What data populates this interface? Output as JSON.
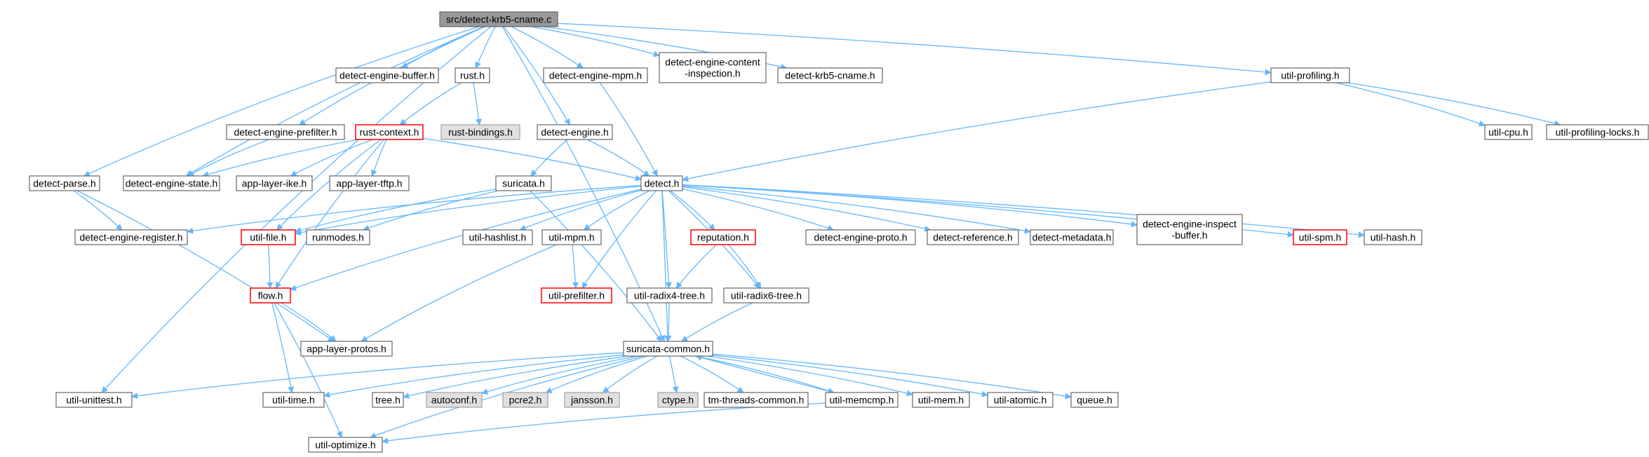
{
  "colors": {
    "edge": "#63b8ff",
    "root_fill": "#999999",
    "missing_fill": "#e0e0e0",
    "truncated_border": "#ff0000"
  },
  "nodes": [
    {
      "id": "root",
      "lines": [
        "src/detect-krb5-cname.c"
      ],
      "kind": "root"
    },
    {
      "id": "dep_buffer",
      "lines": [
        "detect-engine-buffer.h"
      ]
    },
    {
      "id": "rust_h",
      "lines": [
        "rust.h"
      ]
    },
    {
      "id": "mpm_h",
      "lines": [
        "detect-engine-mpm.h"
      ]
    },
    {
      "id": "content_insp",
      "lines": [
        "detect-engine-content",
        "-inspection.h"
      ]
    },
    {
      "id": "krb5_cname_h",
      "lines": [
        "detect-krb5-cname.h"
      ]
    },
    {
      "id": "util_profiling",
      "lines": [
        "util-profiling.h"
      ]
    },
    {
      "id": "prefilter_h",
      "lines": [
        "detect-engine-prefilter.h"
      ]
    },
    {
      "id": "rust_context",
      "lines": [
        "rust-context.h"
      ],
      "kind": "truncated"
    },
    {
      "id": "rust_bindings",
      "lines": [
        "rust-bindings.h"
      ],
      "kind": "missing"
    },
    {
      "id": "engine_h",
      "lines": [
        "detect-engine.h"
      ]
    },
    {
      "id": "util_cpu",
      "lines": [
        "util-cpu.h"
      ]
    },
    {
      "id": "util_prof_locks",
      "lines": [
        "util-profiling-locks.h"
      ]
    },
    {
      "id": "parse_h",
      "lines": [
        "detect-parse.h"
      ]
    },
    {
      "id": "state_h",
      "lines": [
        "detect-engine-state.h"
      ]
    },
    {
      "id": "ike_h",
      "lines": [
        "app-layer-ike.h"
      ]
    },
    {
      "id": "tftp_h",
      "lines": [
        "app-layer-tftp.h"
      ]
    },
    {
      "id": "suricata_h",
      "lines": [
        "suricata.h"
      ]
    },
    {
      "id": "detect_h",
      "lines": [
        "detect.h"
      ]
    },
    {
      "id": "register_h",
      "lines": [
        "detect-engine-register.h"
      ]
    },
    {
      "id": "util_file",
      "lines": [
        "util-file.h"
      ],
      "kind": "truncated"
    },
    {
      "id": "runmodes",
      "lines": [
        "runmodes.h"
      ]
    },
    {
      "id": "hashlist",
      "lines": [
        "util-hashlist.h"
      ]
    },
    {
      "id": "util_mpm",
      "lines": [
        "util-mpm.h"
      ]
    },
    {
      "id": "reputation",
      "lines": [
        "reputation.h"
      ],
      "kind": "truncated"
    },
    {
      "id": "proto_h",
      "lines": [
        "detect-engine-proto.h"
      ]
    },
    {
      "id": "reference_h",
      "lines": [
        "detect-reference.h"
      ]
    },
    {
      "id": "metadata_h",
      "lines": [
        "detect-metadata.h"
      ]
    },
    {
      "id": "insp_buffer",
      "lines": [
        "detect-engine-inspect",
        "-buffer.h"
      ]
    },
    {
      "id": "util_spm",
      "lines": [
        "util-spm.h"
      ],
      "kind": "truncated"
    },
    {
      "id": "util_hash",
      "lines": [
        "util-hash.h"
      ]
    },
    {
      "id": "flow_h",
      "lines": [
        "flow.h"
      ],
      "kind": "truncated"
    },
    {
      "id": "util_prefilter",
      "lines": [
        "util-prefilter.h"
      ],
      "kind": "truncated"
    },
    {
      "id": "radix4",
      "lines": [
        "util-radix4-tree.h"
      ]
    },
    {
      "id": "radix6",
      "lines": [
        "util-radix6-tree.h"
      ]
    },
    {
      "id": "protos_h",
      "lines": [
        "app-layer-protos.h"
      ]
    },
    {
      "id": "common_h",
      "lines": [
        "suricata-common.h"
      ]
    },
    {
      "id": "unittest",
      "lines": [
        "util-unittest.h"
      ]
    },
    {
      "id": "util_time",
      "lines": [
        "util-time.h"
      ]
    },
    {
      "id": "tree_h",
      "lines": [
        "tree.h"
      ]
    },
    {
      "id": "autoconf",
      "lines": [
        "autoconf.h"
      ],
      "kind": "missing"
    },
    {
      "id": "pcre2",
      "lines": [
        "pcre2.h"
      ],
      "kind": "missing"
    },
    {
      "id": "jansson",
      "lines": [
        "jansson.h"
      ],
      "kind": "missing"
    },
    {
      "id": "ctype",
      "lines": [
        "ctype.h"
      ],
      "kind": "missing"
    },
    {
      "id": "tm_threads",
      "lines": [
        "tm-threads-common.h"
      ]
    },
    {
      "id": "memcmp",
      "lines": [
        "util-memcmp.h"
      ]
    },
    {
      "id": "util_mem",
      "lines": [
        "util-mem.h"
      ]
    },
    {
      "id": "util_atomic",
      "lines": [
        "util-atomic.h"
      ]
    },
    {
      "id": "queue_h",
      "lines": [
        "queue.h"
      ]
    },
    {
      "id": "optimize",
      "lines": [
        "util-optimize.h"
      ]
    }
  ],
  "edges": [
    [
      "root",
      "dep_buffer"
    ],
    [
      "root",
      "rust_h"
    ],
    [
      "root",
      "mpm_h"
    ],
    [
      "root",
      "content_insp"
    ],
    [
      "root",
      "krb5_cname_h"
    ],
    [
      "root",
      "util_profiling"
    ],
    [
      "root",
      "prefilter_h"
    ],
    [
      "root",
      "engine_h"
    ],
    [
      "root",
      "parse_h"
    ],
    [
      "root",
      "state_h"
    ],
    [
      "root",
      "unittest"
    ],
    [
      "root",
      "common_h"
    ],
    [
      "rust_h",
      "rust_context"
    ],
    [
      "rust_h",
      "rust_bindings"
    ],
    [
      "mpm_h",
      "detect_h"
    ],
    [
      "util_profiling",
      "detect_h"
    ],
    [
      "util_profiling",
      "util_cpu"
    ],
    [
      "util_profiling",
      "util_prof_locks"
    ],
    [
      "prefilter_h",
      "state_h"
    ],
    [
      "rust_context",
      "state_h"
    ],
    [
      "rust_context",
      "ike_h"
    ],
    [
      "rust_context",
      "tftp_h"
    ],
    [
      "rust_context",
      "detect_h"
    ],
    [
      "rust_context",
      "util_file"
    ],
    [
      "rust_context",
      "flow_h"
    ],
    [
      "engine_h",
      "detect_h"
    ],
    [
      "engine_h",
      "suricata_h"
    ],
    [
      "parse_h",
      "register_h"
    ],
    [
      "parse_h",
      "protos_h"
    ],
    [
      "suricata_h",
      "runmodes"
    ],
    [
      "suricata_h",
      "util_file"
    ],
    [
      "suricata_h",
      "common_h"
    ],
    [
      "detect_h",
      "register_h"
    ],
    [
      "detect_h",
      "util_file"
    ],
    [
      "detect_h",
      "flow_h"
    ],
    [
      "detect_h",
      "hashlist"
    ],
    [
      "detect_h",
      "util_mpm"
    ],
    [
      "detect_h",
      "reputation"
    ],
    [
      "detect_h",
      "util_prefilter"
    ],
    [
      "detect_h",
      "radix4"
    ],
    [
      "detect_h",
      "radix6"
    ],
    [
      "detect_h",
      "proto_h"
    ],
    [
      "detect_h",
      "reference_h"
    ],
    [
      "detect_h",
      "metadata_h"
    ],
    [
      "detect_h",
      "insp_buffer"
    ],
    [
      "detect_h",
      "util_spm"
    ],
    [
      "detect_h",
      "util_hash"
    ],
    [
      "detect_h",
      "common_h"
    ],
    [
      "util_file",
      "flow_h"
    ],
    [
      "flow_h",
      "protos_h"
    ],
    [
      "flow_h",
      "util_time"
    ],
    [
      "flow_h",
      "optimize"
    ],
    [
      "util_mpm",
      "util_prefilter"
    ],
    [
      "util_mpm",
      "protos_h"
    ],
    [
      "reputation",
      "radix4"
    ],
    [
      "reputation",
      "radix6"
    ],
    [
      "radix4",
      "common_h"
    ],
    [
      "radix6",
      "common_h"
    ],
    [
      "common_h",
      "unittest"
    ],
    [
      "common_h",
      "util_time"
    ],
    [
      "common_h",
      "tree_h"
    ],
    [
      "common_h",
      "autoconf"
    ],
    [
      "common_h",
      "pcre2"
    ],
    [
      "common_h",
      "jansson"
    ],
    [
      "common_h",
      "ctype"
    ],
    [
      "common_h",
      "tm_threads"
    ],
    [
      "common_h",
      "memcmp"
    ],
    [
      "common_h",
      "util_mem"
    ],
    [
      "common_h",
      "util_atomic"
    ],
    [
      "common_h",
      "queue_h"
    ],
    [
      "common_h",
      "optimize"
    ],
    [
      "memcmp",
      "common_h"
    ],
    [
      "memcmp",
      "optimize"
    ]
  ]
}
